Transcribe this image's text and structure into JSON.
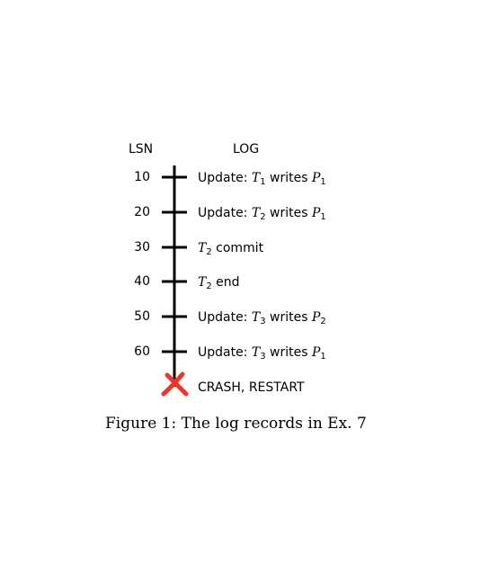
{
  "headers": {
    "lsn": "LSN",
    "log": "LOG"
  },
  "records": [
    {
      "lsn": "10",
      "parts": [
        {
          "t": "Update: "
        },
        {
          "v": "T",
          "s": "1"
        },
        {
          "t": " writes "
        },
        {
          "v": "P",
          "s": "1"
        }
      ]
    },
    {
      "lsn": "20",
      "parts": [
        {
          "t": "Update: "
        },
        {
          "v": "T",
          "s": "2"
        },
        {
          "t": " writes "
        },
        {
          "v": "P",
          "s": "1"
        }
      ]
    },
    {
      "lsn": "30",
      "parts": [
        {
          "v": "T",
          "s": "2"
        },
        {
          "t": " commit"
        }
      ]
    },
    {
      "lsn": "40",
      "parts": [
        {
          "v": "T",
          "s": "2"
        },
        {
          "t": " end"
        }
      ]
    },
    {
      "lsn": "50",
      "parts": [
        {
          "t": "Update: "
        },
        {
          "v": "T",
          "s": "3"
        },
        {
          "t": " writes "
        },
        {
          "v": "P",
          "s": "2"
        }
      ]
    },
    {
      "lsn": "60",
      "parts": [
        {
          "t": "Update: "
        },
        {
          "v": "T",
          "s": "3"
        },
        {
          "t": " writes "
        },
        {
          "v": "P",
          "s": "1"
        }
      ]
    }
  ],
  "crash": {
    "label": "CRASH, RESTART",
    "color": "#e8392b"
  },
  "caption": "Figure 1: The log records in Ex. 7"
}
